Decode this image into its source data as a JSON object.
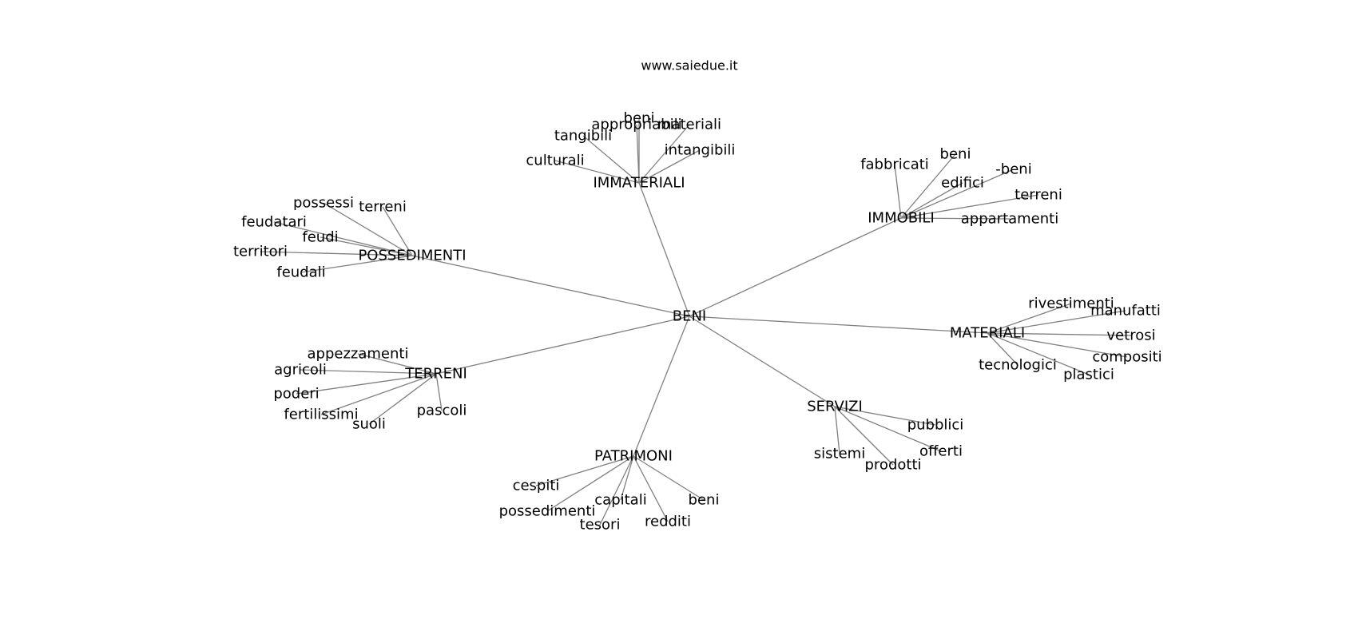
{
  "title": "www.saiedue.it",
  "root": "BENI",
  "groups": [
    {
      "id": "immateriali",
      "label": "IMMATERIALI",
      "children": [
        "appropriabili",
        "beni",
        "materiali",
        "tangibili",
        "intangibili",
        "culturali"
      ]
    },
    {
      "id": "immobili",
      "label": "IMMOBILI",
      "children": [
        "fabbricati",
        "beni",
        "edifici",
        "-beni",
        "terreni",
        "appartamenti"
      ]
    },
    {
      "id": "possedimenti",
      "label": "POSSEDIMENTI",
      "children": [
        "possessi",
        "terreni",
        "feudatari",
        "feudi",
        "territori",
        "feudali"
      ]
    },
    {
      "id": "materiali",
      "label": "MATERIALI",
      "children": [
        "rivestimenti",
        "manufatti",
        "vetrosi",
        "compositi",
        "tecnologici",
        "plastici"
      ]
    },
    {
      "id": "terreni",
      "label": "TERRENI",
      "children": [
        "appezzamenti",
        "agricoli",
        "poderi",
        "fertilissimi",
        "suoli",
        "pascoli"
      ]
    },
    {
      "id": "servizi",
      "label": "SERVIZI",
      "children": [
        "pubblici",
        "offerti",
        "sistemi",
        "prodotti"
      ]
    },
    {
      "id": "patrimoni",
      "label": "PATRIMONI",
      "children": [
        "cespiti",
        "capitali",
        "beni",
        "possedimenti",
        "tesori",
        "redditi"
      ]
    }
  ]
}
